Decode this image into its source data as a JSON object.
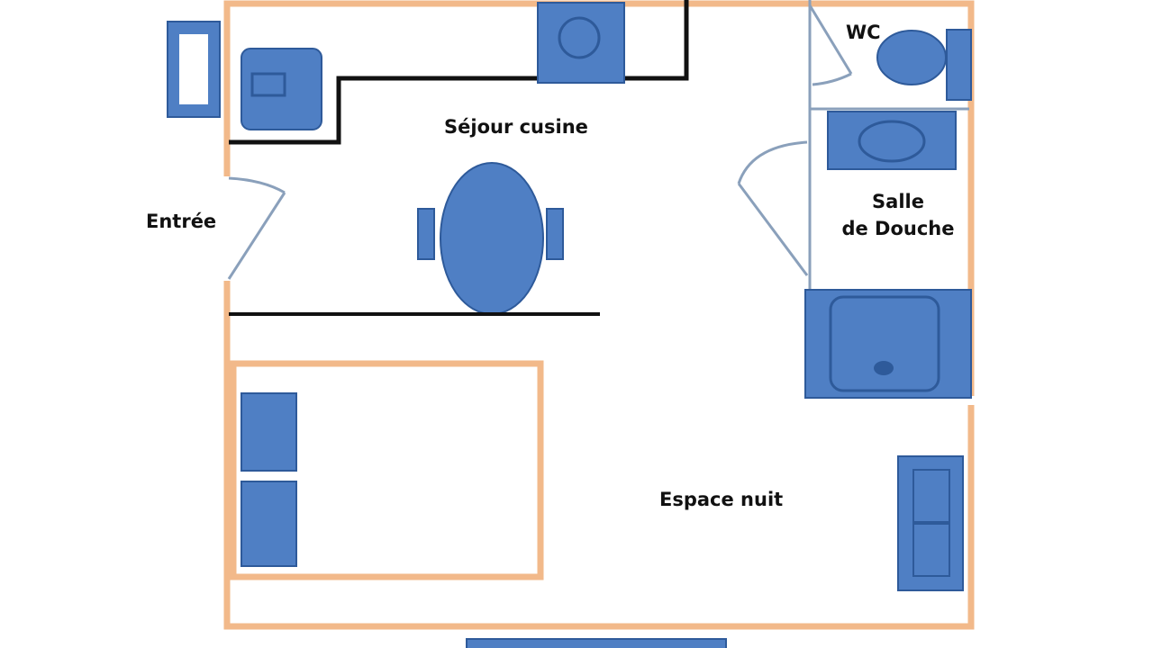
{
  "rooms": {
    "entree": "Entrée",
    "sejour": "Séjour cusine",
    "wc": "WC",
    "salle_line1": "Salle",
    "salle_line2": "de Douche",
    "nuit": "Espace nuit"
  },
  "colors": {
    "outer_wall": "#f2b98a",
    "inner_wall": "#111111",
    "furniture_fill": "#4f7fc4",
    "furniture_edge": "#2e5a9a",
    "door_line": "#8aa0bb",
    "background": "#ffffff"
  },
  "icons": [
    "window-icon",
    "kitchen-sink-icon",
    "stove-icon",
    "dining-table-icon",
    "chair-icon",
    "toilet-icon",
    "washbasin-icon",
    "shower-tray-icon",
    "bed-icon",
    "pillow-icon",
    "sofa-icon",
    "door-swing-icon"
  ]
}
